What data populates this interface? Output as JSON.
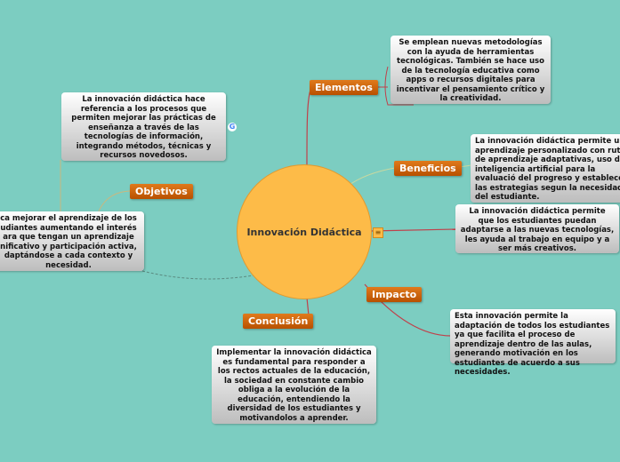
{
  "center": {
    "label": "Innovación Didáctica"
  },
  "topics": [
    {
      "label": "Elementos",
      "note": "Se emplean nuevas metodologías con la ayuda de herramientas tecnológicas. También se hace uso de la tecnología educativa como apps o recursos digitales para incentivar el pensamiento crítico y la creatividad."
    },
    {
      "label": "Beneficios",
      "note": "La innovación didáctica permite un aprendizaje personalizado con rutas de aprendizaje adaptativas, uso de inteligencia artificial para la evaluació del progreso y establecer las estrategias segun la necesidad del estudiante."
    },
    {
      "label": "Impacto",
      "note": "Esta innovación permite la adaptación de todos los estudiantes ya que facilita el proceso de aprendizaje dentro de las aulas, generando motivación en los estudiantes de acuerdo a sus necesidades."
    },
    {
      "label": "Conclusión",
      "note": "Implementar la innovación didáctica es fundamental para responder a los rectos actuales de la educación, la sociedad en constante cambio obliga a la evolución de la educación, entendiendo la diversidad de los estudiantes y motivandolos a aprender."
    },
    {
      "label": "Objetivos",
      "note": "ca mejorar el aprendizaje de los udiantes aumentando el interés ara que tengan un aprendizaje nificativo y participación activa, daptándose a cada contexto y necesidad."
    }
  ],
  "center_note": "La innovación didáctica permite que los estudiantes puedan adaptarse a las nuevas tecnologías, les ayuda al trabajo en equipo y a ser más creativos.",
  "definition_note": "La innovación didáctica hace referencia a los procesos que permiten mejorar las prácticas de enseñanza a través de las tecnologías de información, integrando métodos, técnicas y recursos novedosos.",
  "icons": {
    "google": "G",
    "notes": "≡"
  },
  "colors": {
    "background": "#7ccdc1",
    "center": "#fdbb48",
    "topic": "#c86010"
  }
}
